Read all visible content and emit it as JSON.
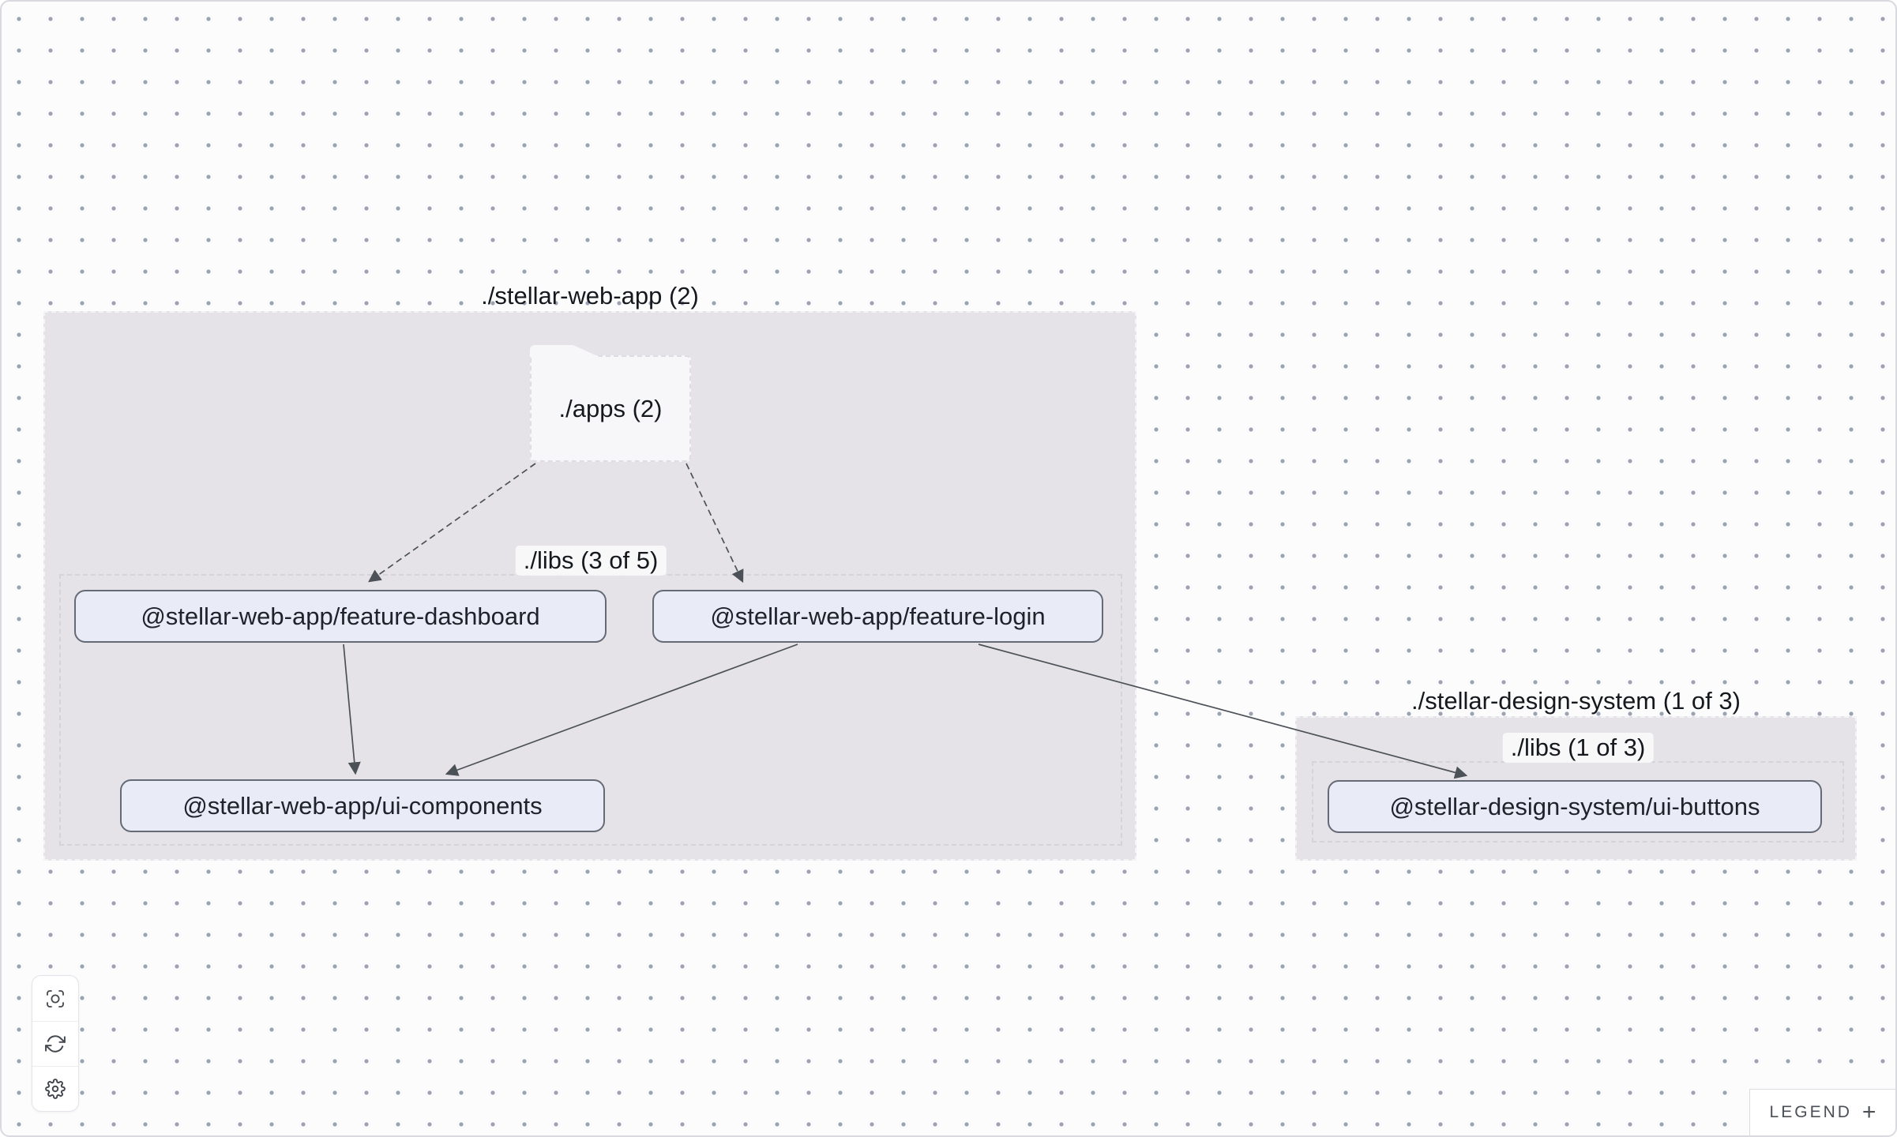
{
  "groups": [
    {
      "id": "stellar-web-app",
      "title": "./stellar-web-app (2)",
      "folder_label": "./apps (2)",
      "libs_label": "./libs (3 of 5)"
    },
    {
      "id": "stellar-design-system",
      "title": "./stellar-design-system (1 of 3)",
      "libs_label": "./libs (1 of 3)"
    }
  ],
  "nodes": [
    {
      "id": "feature-dashboard",
      "label": "@stellar-web-app/feature-dashboard"
    },
    {
      "id": "feature-login",
      "label": "@stellar-web-app/feature-login"
    },
    {
      "id": "ui-components",
      "label": "@stellar-web-app/ui-components"
    },
    {
      "id": "ui-buttons",
      "label": "@stellar-design-system/ui-buttons"
    }
  ],
  "edges": [
    {
      "from": "./apps",
      "to": "@stellar-web-app/feature-dashboard",
      "style": "dashed"
    },
    {
      "from": "./apps",
      "to": "@stellar-web-app/feature-login",
      "style": "dashed"
    },
    {
      "from": "@stellar-web-app/feature-dashboard",
      "to": "@stellar-web-app/ui-components",
      "style": "solid"
    },
    {
      "from": "@stellar-web-app/feature-login",
      "to": "@stellar-web-app/ui-components",
      "style": "solid"
    },
    {
      "from": "@stellar-web-app/feature-login",
      "to": "@stellar-design-system/ui-buttons",
      "style": "solid"
    }
  ],
  "toolbar": {
    "buttons": [
      {
        "name": "focus"
      },
      {
        "name": "refresh"
      },
      {
        "name": "settings"
      }
    ]
  },
  "legend": {
    "label": "LEGEND",
    "expand_symbol": "+"
  },
  "colors": {
    "canvas_bg": "#fcfcfd",
    "dot": "#9aa3b2",
    "group_fill": "#e5e3e8",
    "node_fill": "#e9ecf6",
    "node_border": "#646a76",
    "edge": "#4c5158"
  }
}
